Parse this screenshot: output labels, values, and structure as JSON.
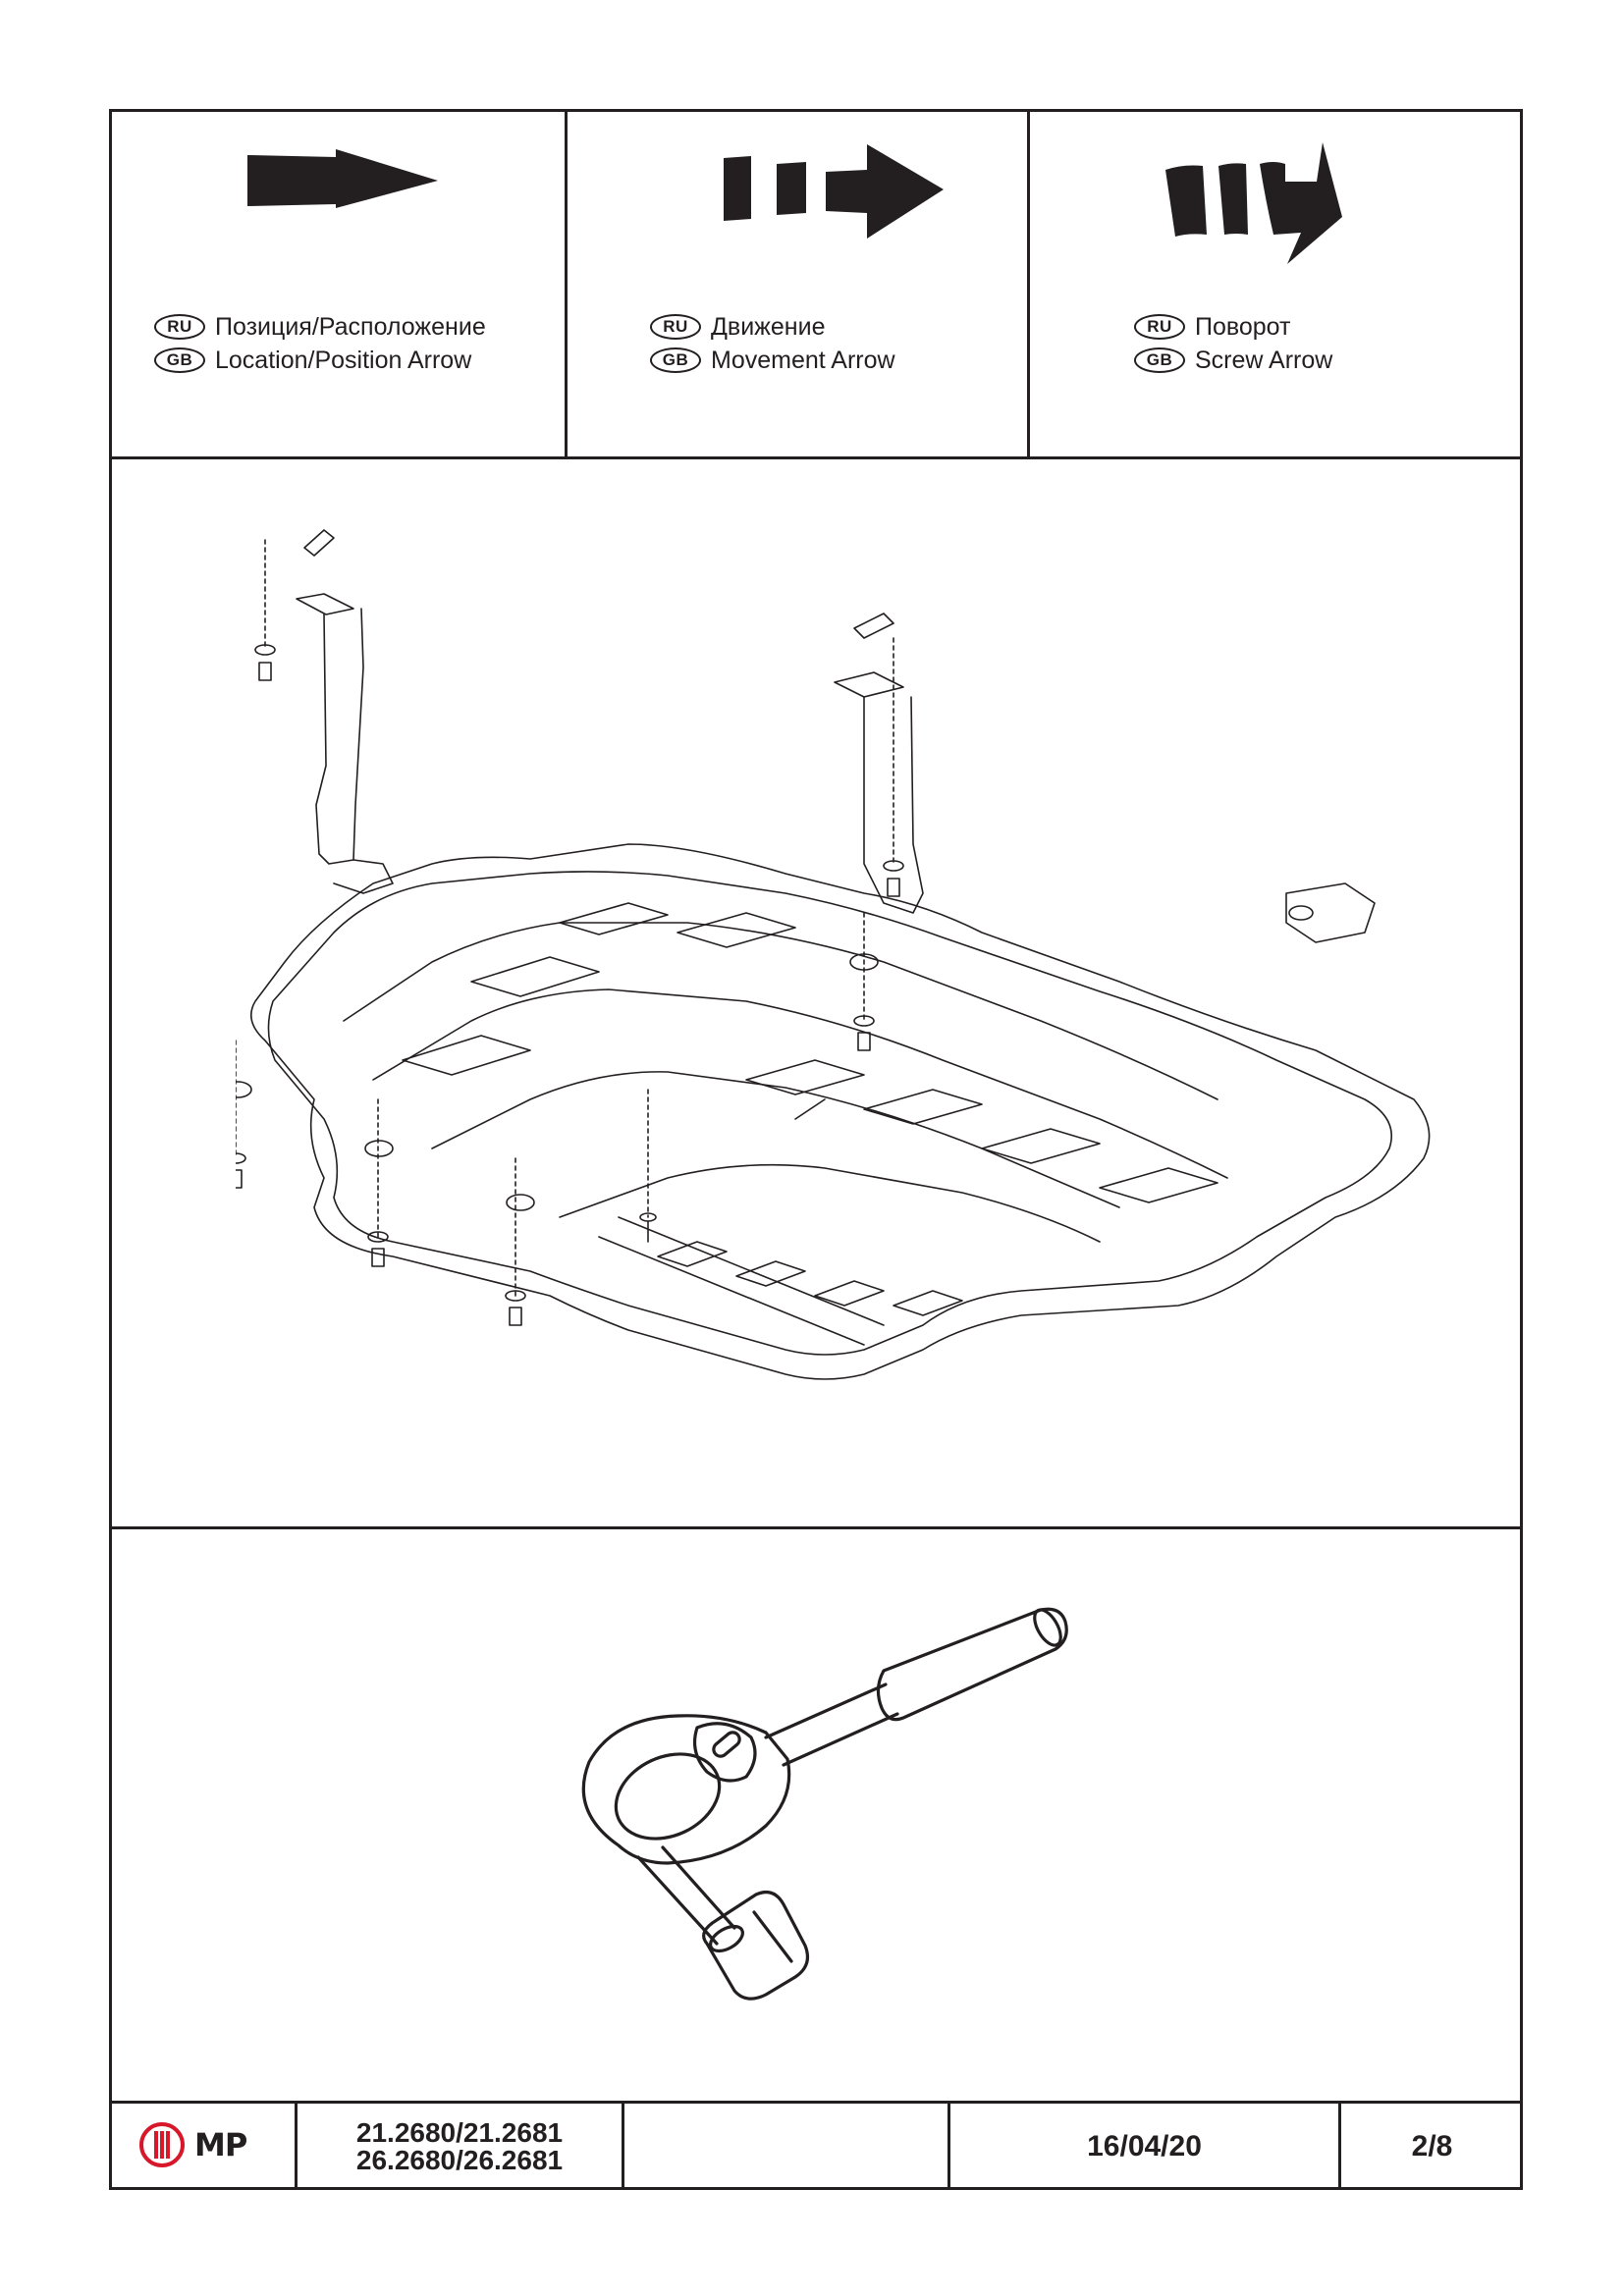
{
  "legend": [
    {
      "ru_badge": "RU",
      "gb_badge": "GB",
      "ru_text": "Позиция/Расположение",
      "gb_text": "Location/Position Arrow",
      "icon": "location-arrow-icon"
    },
    {
      "ru_badge": "RU",
      "gb_badge": "GB",
      "ru_text": "Движение",
      "gb_text": "Movement Arrow",
      "icon": "movement-arrow-icon"
    },
    {
      "ru_badge": "RU",
      "gb_badge": "GB",
      "ru_text": "Поворот",
      "gb_text": "Screw Arrow",
      "icon": "screw-arrow-icon"
    }
  ],
  "assembly": {
    "icon": "skid-plate-exploded-diagram-icon"
  },
  "tool": {
    "icon": "ratchet-wrench-icon"
  },
  "footer": {
    "logo_text": "MP",
    "code_line1": "21.2680/21.2681",
    "code_line2": "26.2680/26.2681",
    "blank": "",
    "date": "16/04/20",
    "page": "2/8"
  },
  "colors": {
    "ink": "#231f20",
    "logo_red": "#d7182a"
  }
}
